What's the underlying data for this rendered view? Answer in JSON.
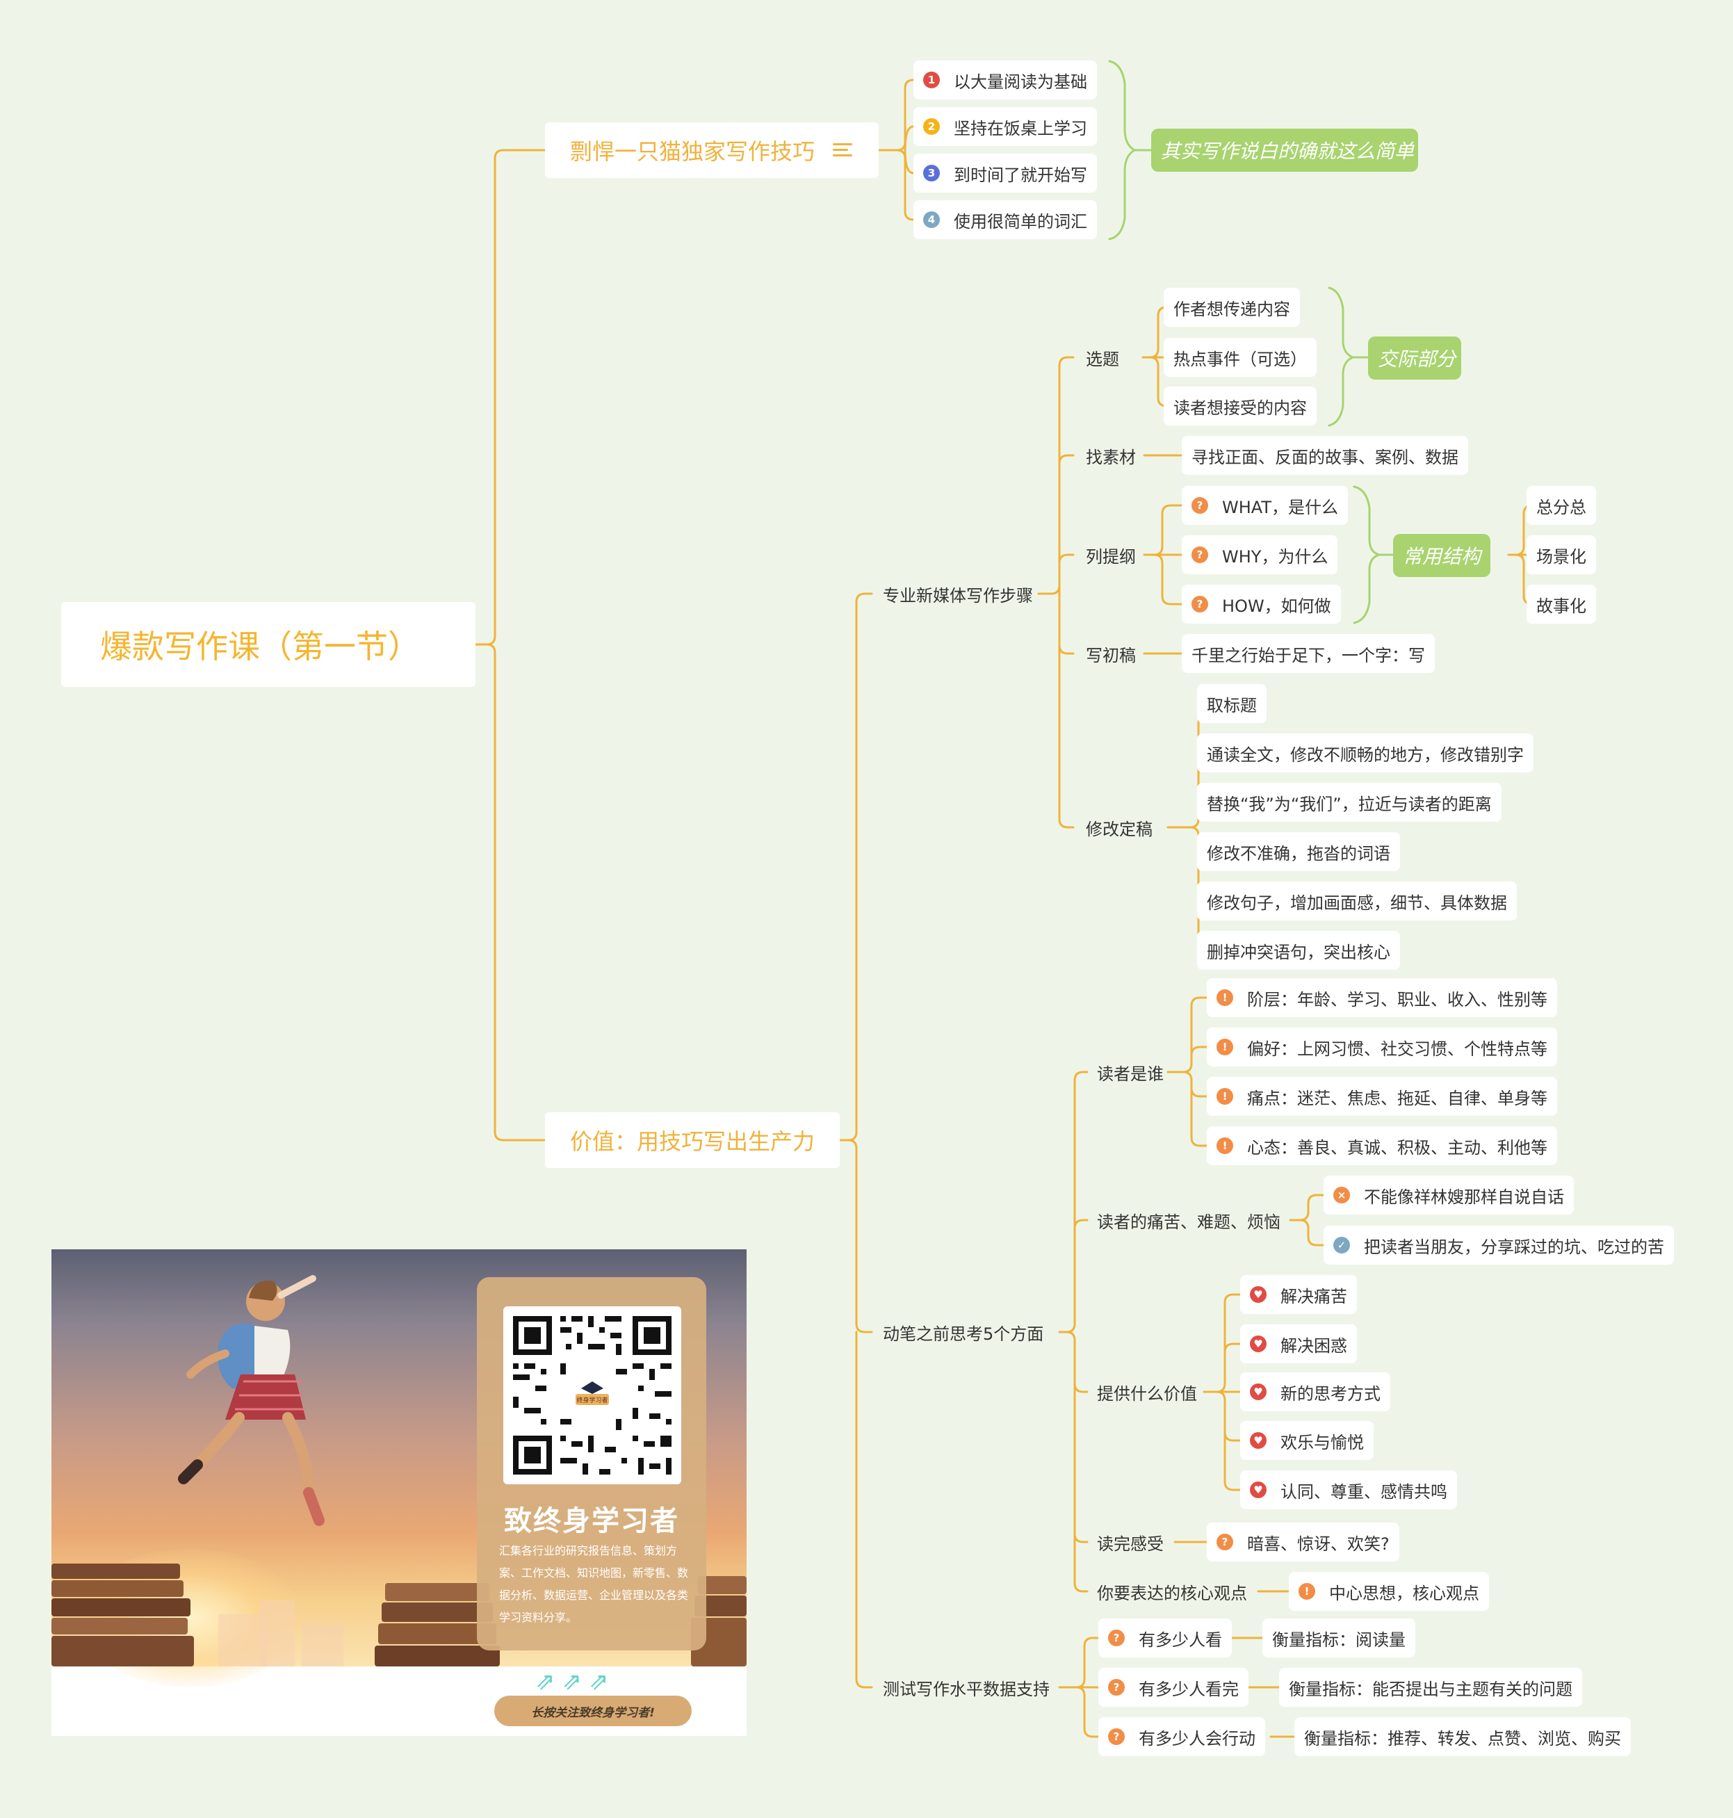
{
  "root": {
    "label": "爆款写作课（第一节）"
  },
  "branch1": {
    "label": "剽悍一只猫独家写作技巧",
    "items": [
      "以大量阅读为基础",
      "坚持在饭桌上学习",
      "到时间了就开始写",
      "使用很简单的词汇"
    ],
    "markers": [
      "1",
      "2",
      "3",
      "4"
    ],
    "summary": "其实写作说白的确就这么简单"
  },
  "branch2": {
    "label": "价值：用技巧写出生产力",
    "steps": {
      "label": "专业新媒体写作步骤",
      "topic": {
        "label": "选题",
        "items": [
          "作者想传递内容",
          "热点事件（可选）",
          "读者想接受的内容"
        ],
        "summary": "交际部分"
      },
      "material": {
        "label": "找素材",
        "item": "寻找正面、反面的故事、案例、数据"
      },
      "outline": {
        "label": "列提纲",
        "items": [
          "WHAT，是什么",
          "WHY，为什么",
          "HOW，如何做"
        ],
        "summary": "常用结构",
        "structures": [
          "总分总",
          "场景化",
          "故事化"
        ]
      },
      "draft": {
        "label": "写初稿",
        "item": "千里之行始于足下，一个字：写"
      },
      "revise": {
        "label": "修改定稿",
        "items": [
          "取标题",
          "通读全文，修改不顺畅的地方，修改错别字",
          "替换“我”为“我们”，拉近与读者的距离",
          "修改不准确，拖沓的词语",
          "修改句子，增加画面感，细节、具体数据",
          "删掉冲突语句，突出核心"
        ]
      }
    },
    "think": {
      "label": "动笔之前思考5个方面",
      "reader": {
        "label": "读者是谁",
        "items": [
          "阶层：年龄、学习、职业、收入、性别等",
          "偏好：上网习惯、社交习惯、个性特点等",
          "痛点：迷茫、焦虑、拖延、自律、单身等",
          "心态：善良、真诚、积极、主动、利他等"
        ]
      },
      "pain": {
        "label": "读者的痛苦、难题、烦恼",
        "items": [
          "不能像祥林嫂那样自说自话",
          "把读者当朋友，分享踩过的坑、吃过的苦"
        ]
      },
      "value": {
        "label": "提供什么价值",
        "items": [
          "解决痛苦",
          "解决困惑",
          "新的思考方式",
          "欢乐与愉悦",
          "认同、尊重、感情共鸣"
        ]
      },
      "feel": {
        "label": "读完感受",
        "item": "暗喜、惊讶、欢笑?"
      },
      "core": {
        "label": "你要表达的核心观点",
        "item": "中心思想，核心观点"
      }
    },
    "test": {
      "label": "测试写作水平数据支持",
      "items": [
        {
          "q": "有多少人看",
          "metric": "衡量指标：阅读量"
        },
        {
          "q": "有多少人看完",
          "metric": "衡量指标：能否提出与主题有关的问题"
        },
        {
          "q": "有多少人会行动",
          "metric": "衡量指标：推荐、转发、点赞、浏览、购买"
        }
      ]
    }
  },
  "poster": {
    "title": "致终身学习者",
    "qr_badge": "终身学习者",
    "description": "汇集各行业的研究报告信息、策划方案、工作文档、知识地图，新零售、数据分析、数据运营、企业管理以及各类学习资料分享。",
    "arrows": "⇗⇗⇗",
    "follow": "长按关注致终身学习者!"
  },
  "colors": {
    "background": "#eef5e8",
    "accent": "#f0b23c",
    "summary": "#a8d36f",
    "line": "#f0b23c",
    "summary_line": "#a8d36f",
    "text": "#333333"
  },
  "icons": {
    "branch1_note": "notes-icon",
    "question": "question-icon",
    "exclamation": "exclamation-icon",
    "cross": "cross-icon",
    "check": "check-icon",
    "heart": "heart-icon",
    "priority": "priority-icon"
  }
}
